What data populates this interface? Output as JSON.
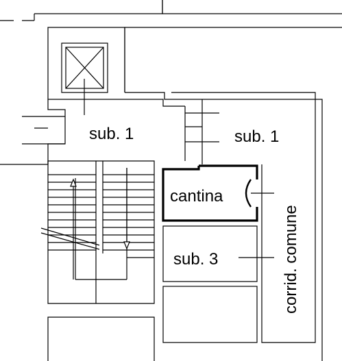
{
  "labels": {
    "sub1_stair": "sub. 1",
    "sub1_right": "sub. 1",
    "cantina": "cantina",
    "sub3": "sub. 3",
    "corridor": "corrid. comune"
  },
  "colors": {
    "line": "#000000",
    "background": "#ffffff"
  }
}
